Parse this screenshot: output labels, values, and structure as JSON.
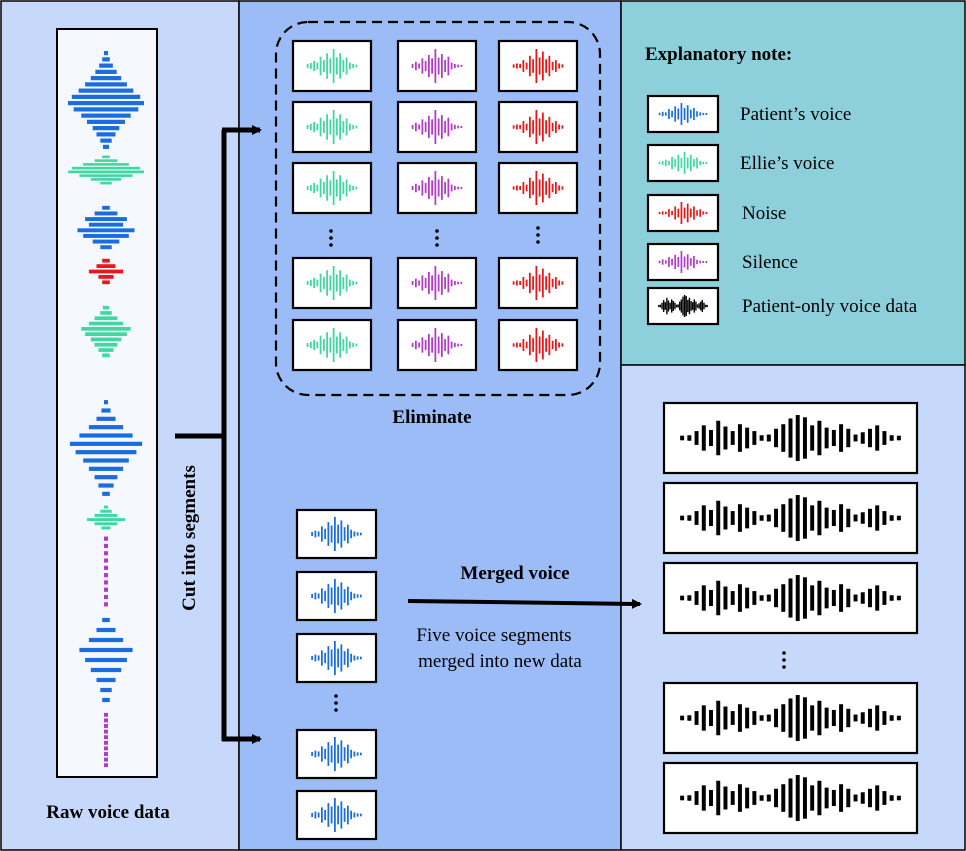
{
  "labels": {
    "raw_voice": "Raw voice data",
    "cut_segments": "Cut into segments",
    "eliminate": "Eliminate",
    "merged_voice": "Merged voice",
    "merged_desc_line1": "Five voice segments",
    "merged_desc_line2": "merged into new data",
    "legend_title": "Explanatory note:"
  },
  "legend": [
    {
      "key": "patient",
      "label": "Patient’s voice"
    },
    {
      "key": "ellie",
      "label": "Ellie’s voice"
    },
    {
      "key": "noise",
      "label": "Noise"
    },
    {
      "key": "silence",
      "label": "Silence"
    },
    {
      "key": "patient_only",
      "label": "Patient-only voice data"
    }
  ],
  "colors": {
    "patient": "#1a6ddf",
    "ellie": "#3fd9a0",
    "noise": "#e81818",
    "silence": "#b23cc8",
    "patient_only": "#000000",
    "panel_left": "#c6d9fb",
    "panel_middle": "#9bbcf6",
    "panel_legend": "#8ecfdc",
    "panel_output": "#c6d9fb",
    "raw_bg": "#f5f8ff",
    "tile_bg": "#ffffff"
  },
  "eliminated_columns": [
    "ellie",
    "silence",
    "noise"
  ],
  "icons": {
    "dots": "vertical-ellipsis-icon",
    "arrow": "arrow-right-icon",
    "waveform": "waveform-icon"
  }
}
